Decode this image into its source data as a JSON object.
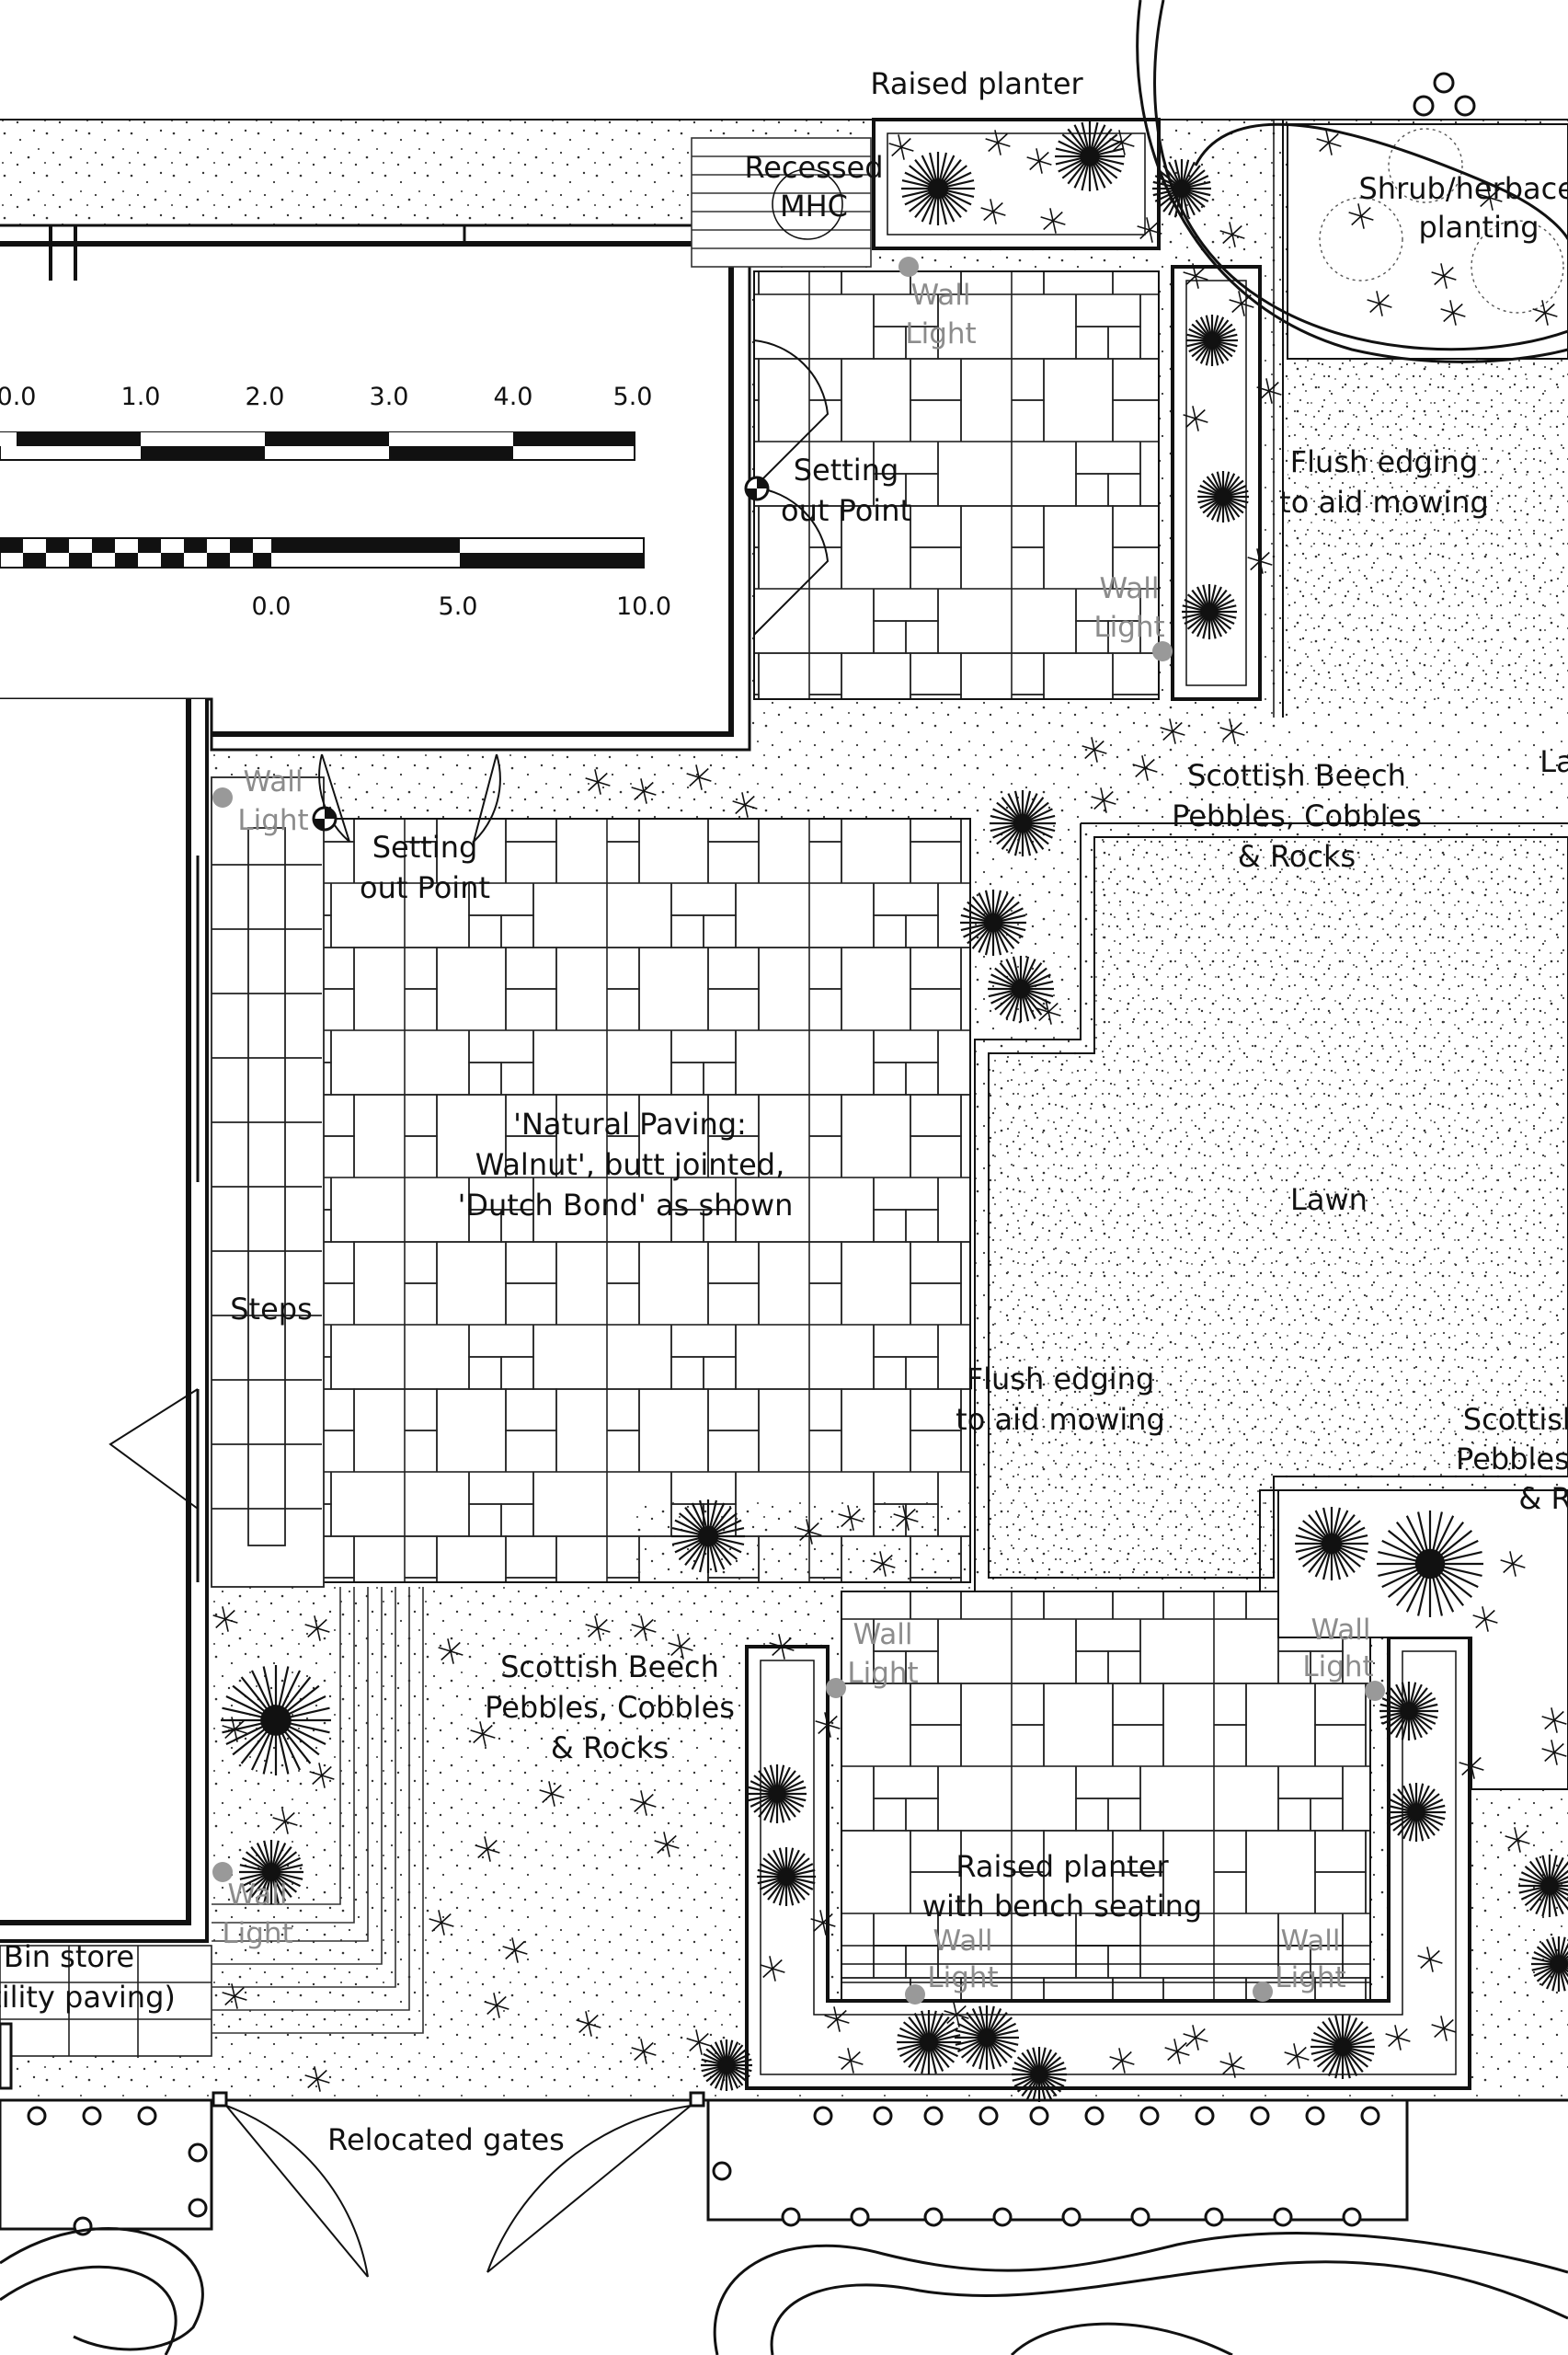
{
  "labels": {
    "raised_planter_top": "Raised planter",
    "recessed_mhc_1": "Recessed",
    "recessed_mhc_2": "MHC",
    "shrub_1": "Shrub/herbaceo",
    "shrub_2": "planting",
    "setting_out_1a": "Setting",
    "setting_out_1b": "out Point",
    "setting_out_2a": "Setting",
    "setting_out_2b": "out Point",
    "flush_edging_top_1": "Flush edging",
    "flush_edging_top_2": "to aid mowing",
    "scottish_top_1": "Scottish Beech",
    "scottish_top_2": "Pebbles, Cobbles",
    "scottish_top_3": "& Rocks",
    "lawn_right_cut": "La",
    "paving_1": "'Natural Paving:",
    "paving_2": "Walnut', butt jointed,",
    "paving_3": "'Dutch Bond' as shown",
    "lawn": "Lawn",
    "steps": "Steps",
    "flush_edging_mid_1": "Flush edging",
    "flush_edging_mid_2": "to aid mowing",
    "scottish_right_1": "Scottish",
    "scottish_right_2": "Pebbles,",
    "scottish_right_3": "& R",
    "scottish_bottom_1": "Scottish Beech",
    "scottish_bottom_2": "Pebbles, Cobbles",
    "scottish_bottom_3": "& Rocks",
    "raised_bench_1": "Raised planter",
    "raised_bench_2": "with bench seating",
    "bin_store_1": "Bin store",
    "bin_store_2": "tility paving)",
    "relocated_gates": "Relocated gates",
    "wall_light_1": "Wall",
    "wall_light_2": "Light"
  },
  "scale_bar_top": {
    "ticks": [
      "0.0",
      "1.0",
      "2.0",
      "3.0",
      "4.0",
      "5.0"
    ]
  },
  "scale_bar_bottom": {
    "ticks": [
      "0.0",
      "5.0",
      "10.0"
    ]
  },
  "colors": {
    "ink": "#111111",
    "wall_light": "#8c8c8c",
    "background": "#ffffff"
  }
}
